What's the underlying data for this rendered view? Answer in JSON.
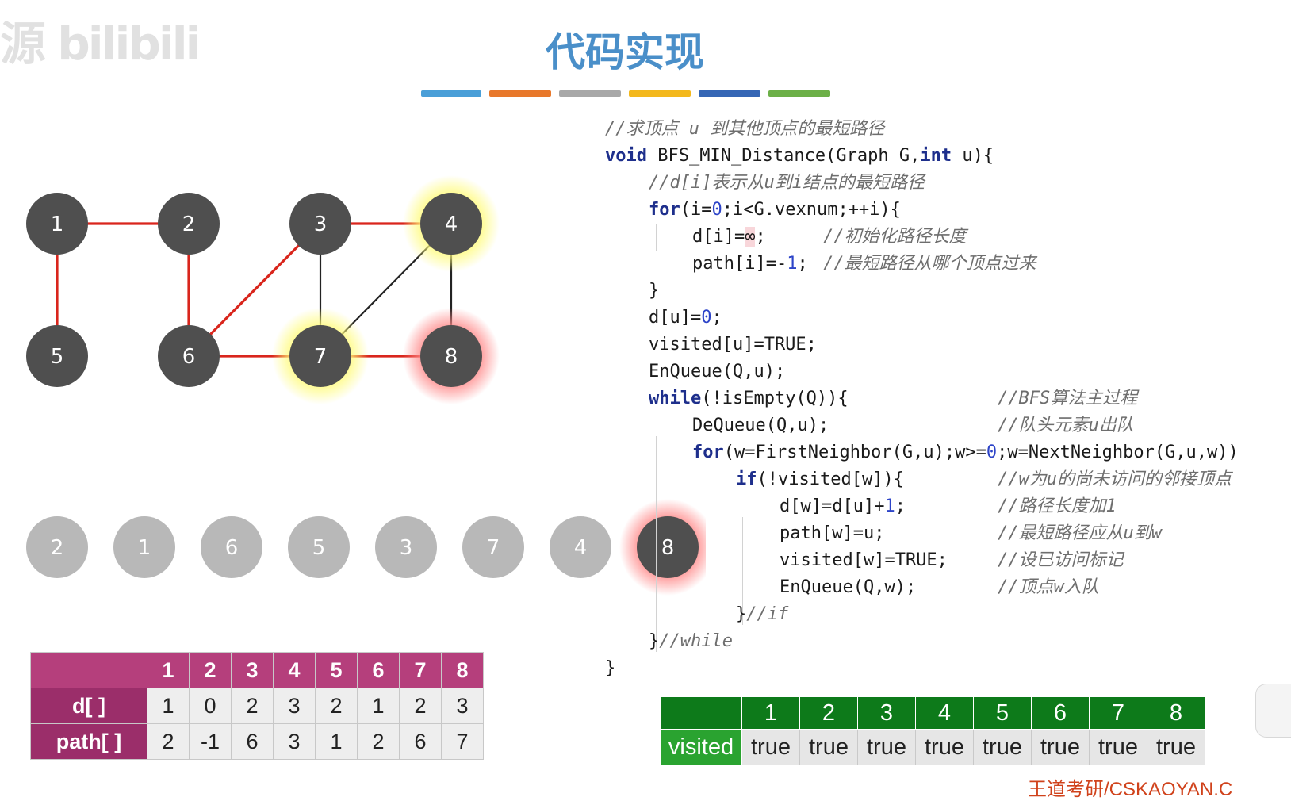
{
  "watermark": "源 bilibili",
  "title": "代码实现",
  "stripe_colors": [
    "#4a9fd8",
    "#e8782b",
    "#a8a8a8",
    "#f3b81c",
    "#3566b5",
    "#6cb048"
  ],
  "graph": {
    "nodes": [
      {
        "id": "1",
        "state": "normal"
      },
      {
        "id": "2",
        "state": "normal"
      },
      {
        "id": "3",
        "state": "normal"
      },
      {
        "id": "4",
        "state": "yellow-glow"
      },
      {
        "id": "5",
        "state": "normal"
      },
      {
        "id": "6",
        "state": "normal"
      },
      {
        "id": "7",
        "state": "yellow-glow"
      },
      {
        "id": "8",
        "state": "red-glow"
      }
    ],
    "edges": [
      {
        "from": "1",
        "to": "2",
        "tree": true
      },
      {
        "from": "1",
        "to": "5",
        "tree": true
      },
      {
        "from": "2",
        "to": "6",
        "tree": true
      },
      {
        "from": "3",
        "to": "6",
        "tree": true
      },
      {
        "from": "3",
        "to": "4",
        "tree": true
      },
      {
        "from": "6",
        "to": "7",
        "tree": true
      },
      {
        "from": "7",
        "to": "8",
        "tree": true
      },
      {
        "from": "3",
        "to": "7",
        "tree": false
      },
      {
        "from": "4",
        "to": "7",
        "tree": false
      },
      {
        "from": "4",
        "to": "8",
        "tree": false
      }
    ],
    "node_color": "#4f4f4f",
    "tree_edge_color": "#d9251c",
    "other_edge_color": "#222222"
  },
  "queue": {
    "items": [
      "2",
      "1",
      "6",
      "5",
      "3",
      "7",
      "4",
      "8"
    ],
    "current": "8",
    "inactive_color": "#b8b8b8",
    "active_color": "#4f4f4f"
  },
  "code": {
    "line_1": "//求顶点 u 到其他顶点的最短路径",
    "line_2_kw": "void",
    "line_2_text": " BFS_MIN_Distance(Graph G,",
    "line_2_kw2": "int",
    "line_2_text2": " u){",
    "line_3": "//d[i]表示从u到i结点的最短路径",
    "line_4_kw": "for",
    "line_4_a": "(i=",
    "line_4_num": "0",
    "line_4_b": ";i<G.vexnum;++i){",
    "line_5_a": "d[i]=",
    "line_5_inf": "∞",
    "line_5_b": ";",
    "line_5_cmt": "//初始化路径长度",
    "line_6_a": "path[i]=-",
    "line_6_num": "1",
    "line_6_b": ";",
    "line_6_cmt": "//最短路径从哪个顶点过来",
    "line_7": "}",
    "line_8_a": "d[u]=",
    "line_8_num": "0",
    "line_8_b": ";",
    "line_9": "visited[u]=TRUE;",
    "line_10": "EnQueue(Q,u);",
    "line_11_kw": "while",
    "line_11_text": "(!isEmpty(Q)){",
    "line_11_cmt": "//BFS算法主过程",
    "line_12": "DeQueue(Q,u);",
    "line_12_cmt": "//队头元素u出队",
    "line_13_kw": "for",
    "line_13_a": "(w=FirstNeighbor(G,u);w>=",
    "line_13_num": "0",
    "line_13_b": ";w=NextNeighbor(G,u,w))",
    "line_14_kw": "if",
    "line_14_text": "(!visited[w]){",
    "line_14_cmt": "//w为u的尚未访问的邻接顶点",
    "line_15_a": "d[w]=d[u]+",
    "line_15_num": "1",
    "line_15_b": ";",
    "line_15_cmt": "//路径长度加1",
    "line_16": "path[w]=u;",
    "line_16_cmt": "//最短路径应从u到w",
    "line_17": "visited[w]=TRUE;",
    "line_17_cmt": "//设已访问标记",
    "line_18": "EnQueue(Q,w);",
    "line_18_cmt": "//顶点w入队",
    "line_19_a": "}",
    "line_19_cmt": "//if",
    "line_20_a": "}",
    "line_20_cmt": "//while",
    "line_21": "}"
  },
  "dist_table": {
    "headers": [
      "1",
      "2",
      "3",
      "4",
      "5",
      "6",
      "7",
      "8"
    ],
    "d_label": "d[ ]",
    "d_values": [
      "1",
      "0",
      "2",
      "3",
      "2",
      "1",
      "2",
      "3"
    ],
    "path_label": "path[ ]",
    "path_values": [
      "2",
      "-1",
      "6",
      "3",
      "1",
      "2",
      "6",
      "7"
    ]
  },
  "visited_table": {
    "headers": [
      "1",
      "2",
      "3",
      "4",
      "5",
      "6",
      "7",
      "8"
    ],
    "label": "visited",
    "values": [
      "true",
      "true",
      "true",
      "true",
      "true",
      "true",
      "true",
      "true"
    ]
  },
  "credit": "王道考研/CSKAOYAN.C"
}
